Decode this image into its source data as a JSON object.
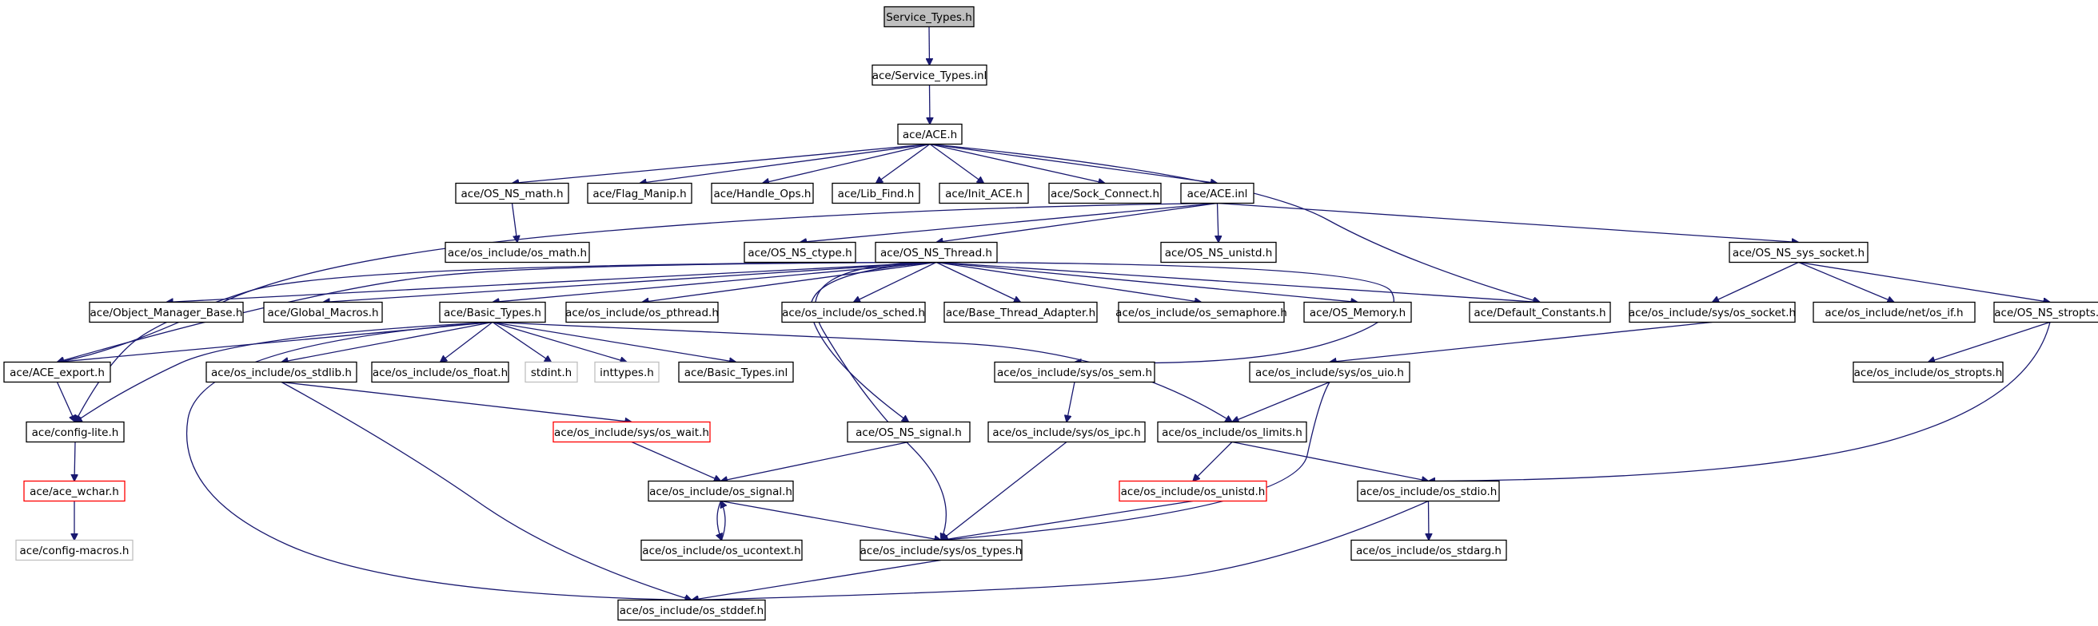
{
  "diagram": {
    "type": "include-dependency-graph",
    "nodes": [
      {
        "id": "service_types_h",
        "label": "Service_Types.h",
        "style": "root"
      },
      {
        "id": "service_types_inl",
        "label": "ace/Service_Types.inl",
        "style": "normal"
      },
      {
        "id": "ace_h",
        "label": "ace/ACE.h",
        "style": "normal"
      },
      {
        "id": "os_ns_math",
        "label": "ace/OS_NS_math.h",
        "style": "normal"
      },
      {
        "id": "flag_manip",
        "label": "ace/Flag_Manip.h",
        "style": "normal"
      },
      {
        "id": "handle_ops",
        "label": "ace/Handle_Ops.h",
        "style": "normal"
      },
      {
        "id": "lib_find",
        "label": "ace/Lib_Find.h",
        "style": "normal"
      },
      {
        "id": "init_ace",
        "label": "ace/Init_ACE.h",
        "style": "normal"
      },
      {
        "id": "sock_connect",
        "label": "ace/Sock_Connect.h",
        "style": "normal"
      },
      {
        "id": "ace_inl",
        "label": "ace/ACE.inl",
        "style": "normal"
      },
      {
        "id": "os_math",
        "label": "ace/os_include/os_math.h",
        "style": "normal"
      },
      {
        "id": "os_ns_ctype",
        "label": "ace/OS_NS_ctype.h",
        "style": "normal"
      },
      {
        "id": "os_ns_thread",
        "label": "ace/OS_NS_Thread.h",
        "style": "normal"
      },
      {
        "id": "os_ns_unistd",
        "label": "ace/OS_NS_unistd.h",
        "style": "normal"
      },
      {
        "id": "os_ns_sys_socket",
        "label": "ace/OS_NS_sys_socket.h",
        "style": "normal"
      },
      {
        "id": "object_manager_base",
        "label": "ace/Object_Manager_Base.h",
        "style": "normal"
      },
      {
        "id": "global_macros",
        "label": "ace/Global_Macros.h",
        "style": "normal"
      },
      {
        "id": "basic_types",
        "label": "ace/Basic_Types.h",
        "style": "normal"
      },
      {
        "id": "os_pthread",
        "label": "ace/os_include/os_pthread.h",
        "style": "normal"
      },
      {
        "id": "os_sched",
        "label": "ace/os_include/os_sched.h",
        "style": "normal"
      },
      {
        "id": "base_thread_adapter",
        "label": "ace/Base_Thread_Adapter.h",
        "style": "normal"
      },
      {
        "id": "os_semaphore",
        "label": "ace/os_include/os_semaphore.h",
        "style": "normal"
      },
      {
        "id": "os_memory",
        "label": "ace/OS_Memory.h",
        "style": "normal"
      },
      {
        "id": "default_constants",
        "label": "ace/Default_Constants.h",
        "style": "normal"
      },
      {
        "id": "sys_os_socket",
        "label": "ace/os_include/sys/os_socket.h",
        "style": "normal"
      },
      {
        "id": "net_os_if",
        "label": "ace/os_include/net/os_if.h",
        "style": "normal"
      },
      {
        "id": "os_ns_stropts",
        "label": "ace/OS_NS_stropts.h",
        "style": "normal"
      },
      {
        "id": "ace_export",
        "label": "ace/ACE_export.h",
        "style": "normal"
      },
      {
        "id": "os_stdlib",
        "label": "ace/os_include/os_stdlib.h",
        "style": "normal"
      },
      {
        "id": "os_float",
        "label": "ace/os_include/os_float.h",
        "style": "normal"
      },
      {
        "id": "stdint_h",
        "label": "stdint.h",
        "style": "gray"
      },
      {
        "id": "inttypes_h",
        "label": "inttypes.h",
        "style": "gray"
      },
      {
        "id": "basic_types_inl",
        "label": "ace/Basic_Types.inl",
        "style": "normal"
      },
      {
        "id": "sys_os_sem",
        "label": "ace/os_include/sys/os_sem.h",
        "style": "normal"
      },
      {
        "id": "sys_os_uio",
        "label": "ace/os_include/sys/os_uio.h",
        "style": "normal"
      },
      {
        "id": "os_stropts",
        "label": "ace/os_include/os_stropts.h",
        "style": "normal"
      },
      {
        "id": "config_lite",
        "label": "ace/config-lite.h",
        "style": "normal"
      },
      {
        "id": "sys_os_wait",
        "label": "ace/os_include/sys/os_wait.h",
        "style": "red"
      },
      {
        "id": "os_ns_signal",
        "label": "ace/OS_NS_signal.h",
        "style": "normal"
      },
      {
        "id": "sys_os_ipc",
        "label": "ace/os_include/sys/os_ipc.h",
        "style": "normal"
      },
      {
        "id": "os_limits",
        "label": "ace/os_include/os_limits.h",
        "style": "normal"
      },
      {
        "id": "ace_wchar",
        "label": "ace/ace_wchar.h",
        "style": "red"
      },
      {
        "id": "os_signal",
        "label": "ace/os_include/os_signal.h",
        "style": "normal"
      },
      {
        "id": "os_unistd",
        "label": "ace/os_include/os_unistd.h",
        "style": "red"
      },
      {
        "id": "os_stdio",
        "label": "ace/os_include/os_stdio.h",
        "style": "normal"
      },
      {
        "id": "config_macros",
        "label": "ace/config-macros.h",
        "style": "gray"
      },
      {
        "id": "os_ucontext",
        "label": "ace/os_include/os_ucontext.h",
        "style": "normal"
      },
      {
        "id": "sys_os_types",
        "label": "ace/os_include/sys/os_types.h",
        "style": "normal"
      },
      {
        "id": "os_stdarg",
        "label": "ace/os_include/os_stdarg.h",
        "style": "normal"
      },
      {
        "id": "os_stddef",
        "label": "ace/os_include/os_stddef.h",
        "style": "normal"
      }
    ],
    "edges": [
      [
        "service_types_h",
        "service_types_inl"
      ],
      [
        "service_types_inl",
        "ace_h"
      ],
      [
        "ace_h",
        "os_ns_math"
      ],
      [
        "ace_h",
        "flag_manip"
      ],
      [
        "ace_h",
        "handle_ops"
      ],
      [
        "ace_h",
        "lib_find"
      ],
      [
        "ace_h",
        "init_ace"
      ],
      [
        "ace_h",
        "sock_connect"
      ],
      [
        "ace_h",
        "ace_inl"
      ],
      [
        "ace_h",
        "default_constants"
      ],
      [
        "os_ns_math",
        "os_math"
      ],
      [
        "ace_inl",
        "os_ns_ctype"
      ],
      [
        "ace_inl",
        "os_ns_thread"
      ],
      [
        "ace_inl",
        "os_ns_unistd"
      ],
      [
        "ace_inl",
        "os_ns_sys_socket"
      ],
      [
        "ace_inl",
        "ace_export"
      ],
      [
        "os_ns_thread",
        "object_manager_base"
      ],
      [
        "os_ns_thread",
        "global_macros"
      ],
      [
        "os_ns_thread",
        "basic_types"
      ],
      [
        "os_ns_thread",
        "os_pthread"
      ],
      [
        "os_ns_thread",
        "os_sched"
      ],
      [
        "os_ns_thread",
        "base_thread_adapter"
      ],
      [
        "os_ns_thread",
        "os_semaphore"
      ],
      [
        "os_ns_thread",
        "os_memory"
      ],
      [
        "os_ns_thread",
        "default_constants"
      ],
      [
        "os_ns_thread",
        "ace_export"
      ],
      [
        "os_ns_thread",
        "config_lite"
      ],
      [
        "os_ns_thread",
        "sys_os_sem"
      ],
      [
        "os_ns_thread",
        "os_ns_signal"
      ],
      [
        "os_ns_thread",
        "sys_os_types"
      ],
      [
        "os_ns_sys_socket",
        "sys_os_socket"
      ],
      [
        "os_ns_sys_socket",
        "net_os_if"
      ],
      [
        "os_ns_sys_socket",
        "os_ns_stropts"
      ],
      [
        "basic_types",
        "ace_export"
      ],
      [
        "basic_types",
        "os_stdlib"
      ],
      [
        "basic_types",
        "os_float"
      ],
      [
        "basic_types",
        "stdint_h"
      ],
      [
        "basic_types",
        "inttypes_h"
      ],
      [
        "basic_types",
        "basic_types_inl"
      ],
      [
        "basic_types",
        "config_lite"
      ],
      [
        "basic_types",
        "os_limits"
      ],
      [
        "basic_types",
        "os_stddef"
      ],
      [
        "os_ns_stropts",
        "os_stropts"
      ],
      [
        "os_ns_stropts",
        "os_stdio"
      ],
      [
        "sys_os_socket",
        "sys_os_uio"
      ],
      [
        "ace_export",
        "config_lite"
      ],
      [
        "config_lite",
        "ace_wchar"
      ],
      [
        "ace_wchar",
        "config_macros"
      ],
      [
        "os_stdlib",
        "sys_os_wait"
      ],
      [
        "os_stdlib",
        "os_stddef"
      ],
      [
        "sys_os_wait",
        "os_signal"
      ],
      [
        "sys_os_sem",
        "sys_os_ipc"
      ],
      [
        "sys_os_ipc",
        "sys_os_types"
      ],
      [
        "sys_os_uio",
        "os_limits"
      ],
      [
        "sys_os_uio",
        "sys_os_types"
      ],
      [
        "os_limits",
        "os_unistd"
      ],
      [
        "os_limits",
        "os_stdio"
      ],
      [
        "os_ns_signal",
        "os_signal"
      ],
      [
        "os_signal",
        "os_ucontext"
      ],
      [
        "os_signal",
        "sys_os_types"
      ],
      [
        "os_ucontext",
        "os_signal"
      ],
      [
        "os_unistd",
        "sys_os_types"
      ],
      [
        "os_stdio",
        "os_stdarg"
      ],
      [
        "os_stdio",
        "os_stddef"
      ],
      [
        "sys_os_types",
        "os_stddef"
      ]
    ]
  }
}
